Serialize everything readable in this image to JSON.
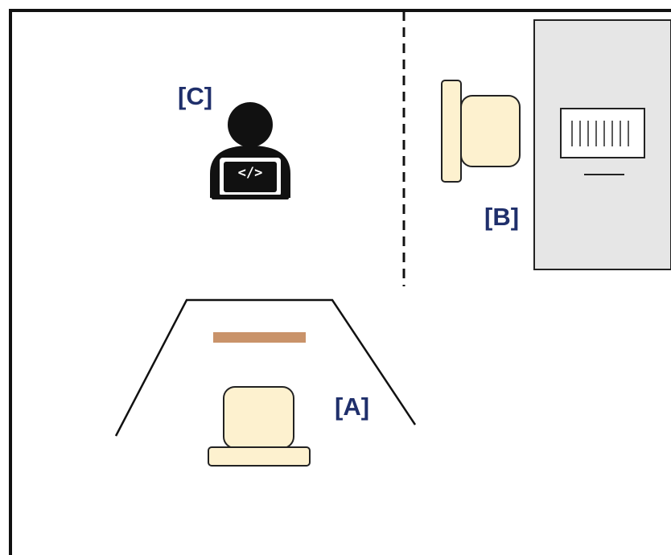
{
  "labels": {
    "a": "[A]",
    "b": "[B]",
    "c": "[C]"
  },
  "icons": {
    "developer": "person-at-laptop-icon",
    "code_symbol": "</>"
  },
  "colors": {
    "label": "#1f2f6b",
    "chair_fill": "#fdf1cf",
    "desk_board": "#c9936a",
    "machine_fill": "#e6e6e6",
    "line": "#111111"
  }
}
